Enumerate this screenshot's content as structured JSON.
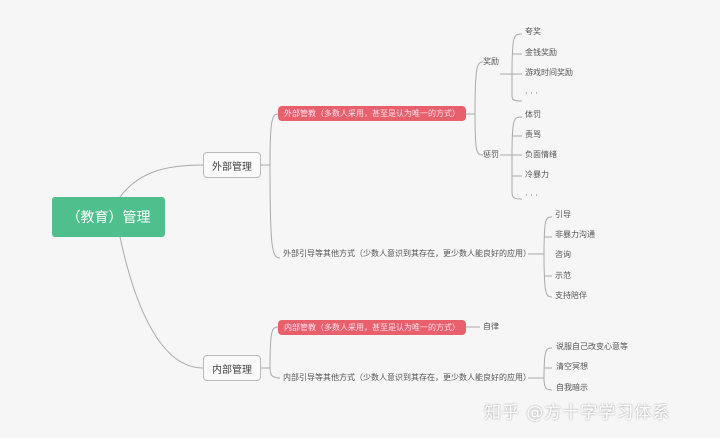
{
  "root": "（教育）管理",
  "external": {
    "label": "外部管理",
    "discipline": "外部管教（多数人采用，甚至是认为唯一的方式）",
    "reward": {
      "label": "奖励",
      "items": [
        "夸奖",
        "金钱奖励",
        "游戏时间奖励",
        "· · ·"
      ]
    },
    "punish": {
      "label": "惩罚",
      "items": [
        "体罚",
        "责骂",
        "负面情绪",
        "冷暴力",
        "· · ·"
      ]
    },
    "guidance": "外部引导等其他方式（少数人意识到其存在，更少数人能良好的应用）",
    "guidance_items": [
      "引导",
      "非暴力沟通",
      "咨询",
      "示范",
      "支持陪伴"
    ]
  },
  "internal": {
    "label": "内部管理",
    "discipline": "内部管教（多数人采用，甚至是认为唯一的方式）",
    "discipline_child": "自律",
    "guidance": "内部引导等其他方式（少数人意识到其存在，更少数人能良好的应用）",
    "guidance_items": [
      "说服自己改变心意等",
      "清空冥想",
      "自我暗示"
    ]
  },
  "watermark": "知乎 @方十字学习体系"
}
